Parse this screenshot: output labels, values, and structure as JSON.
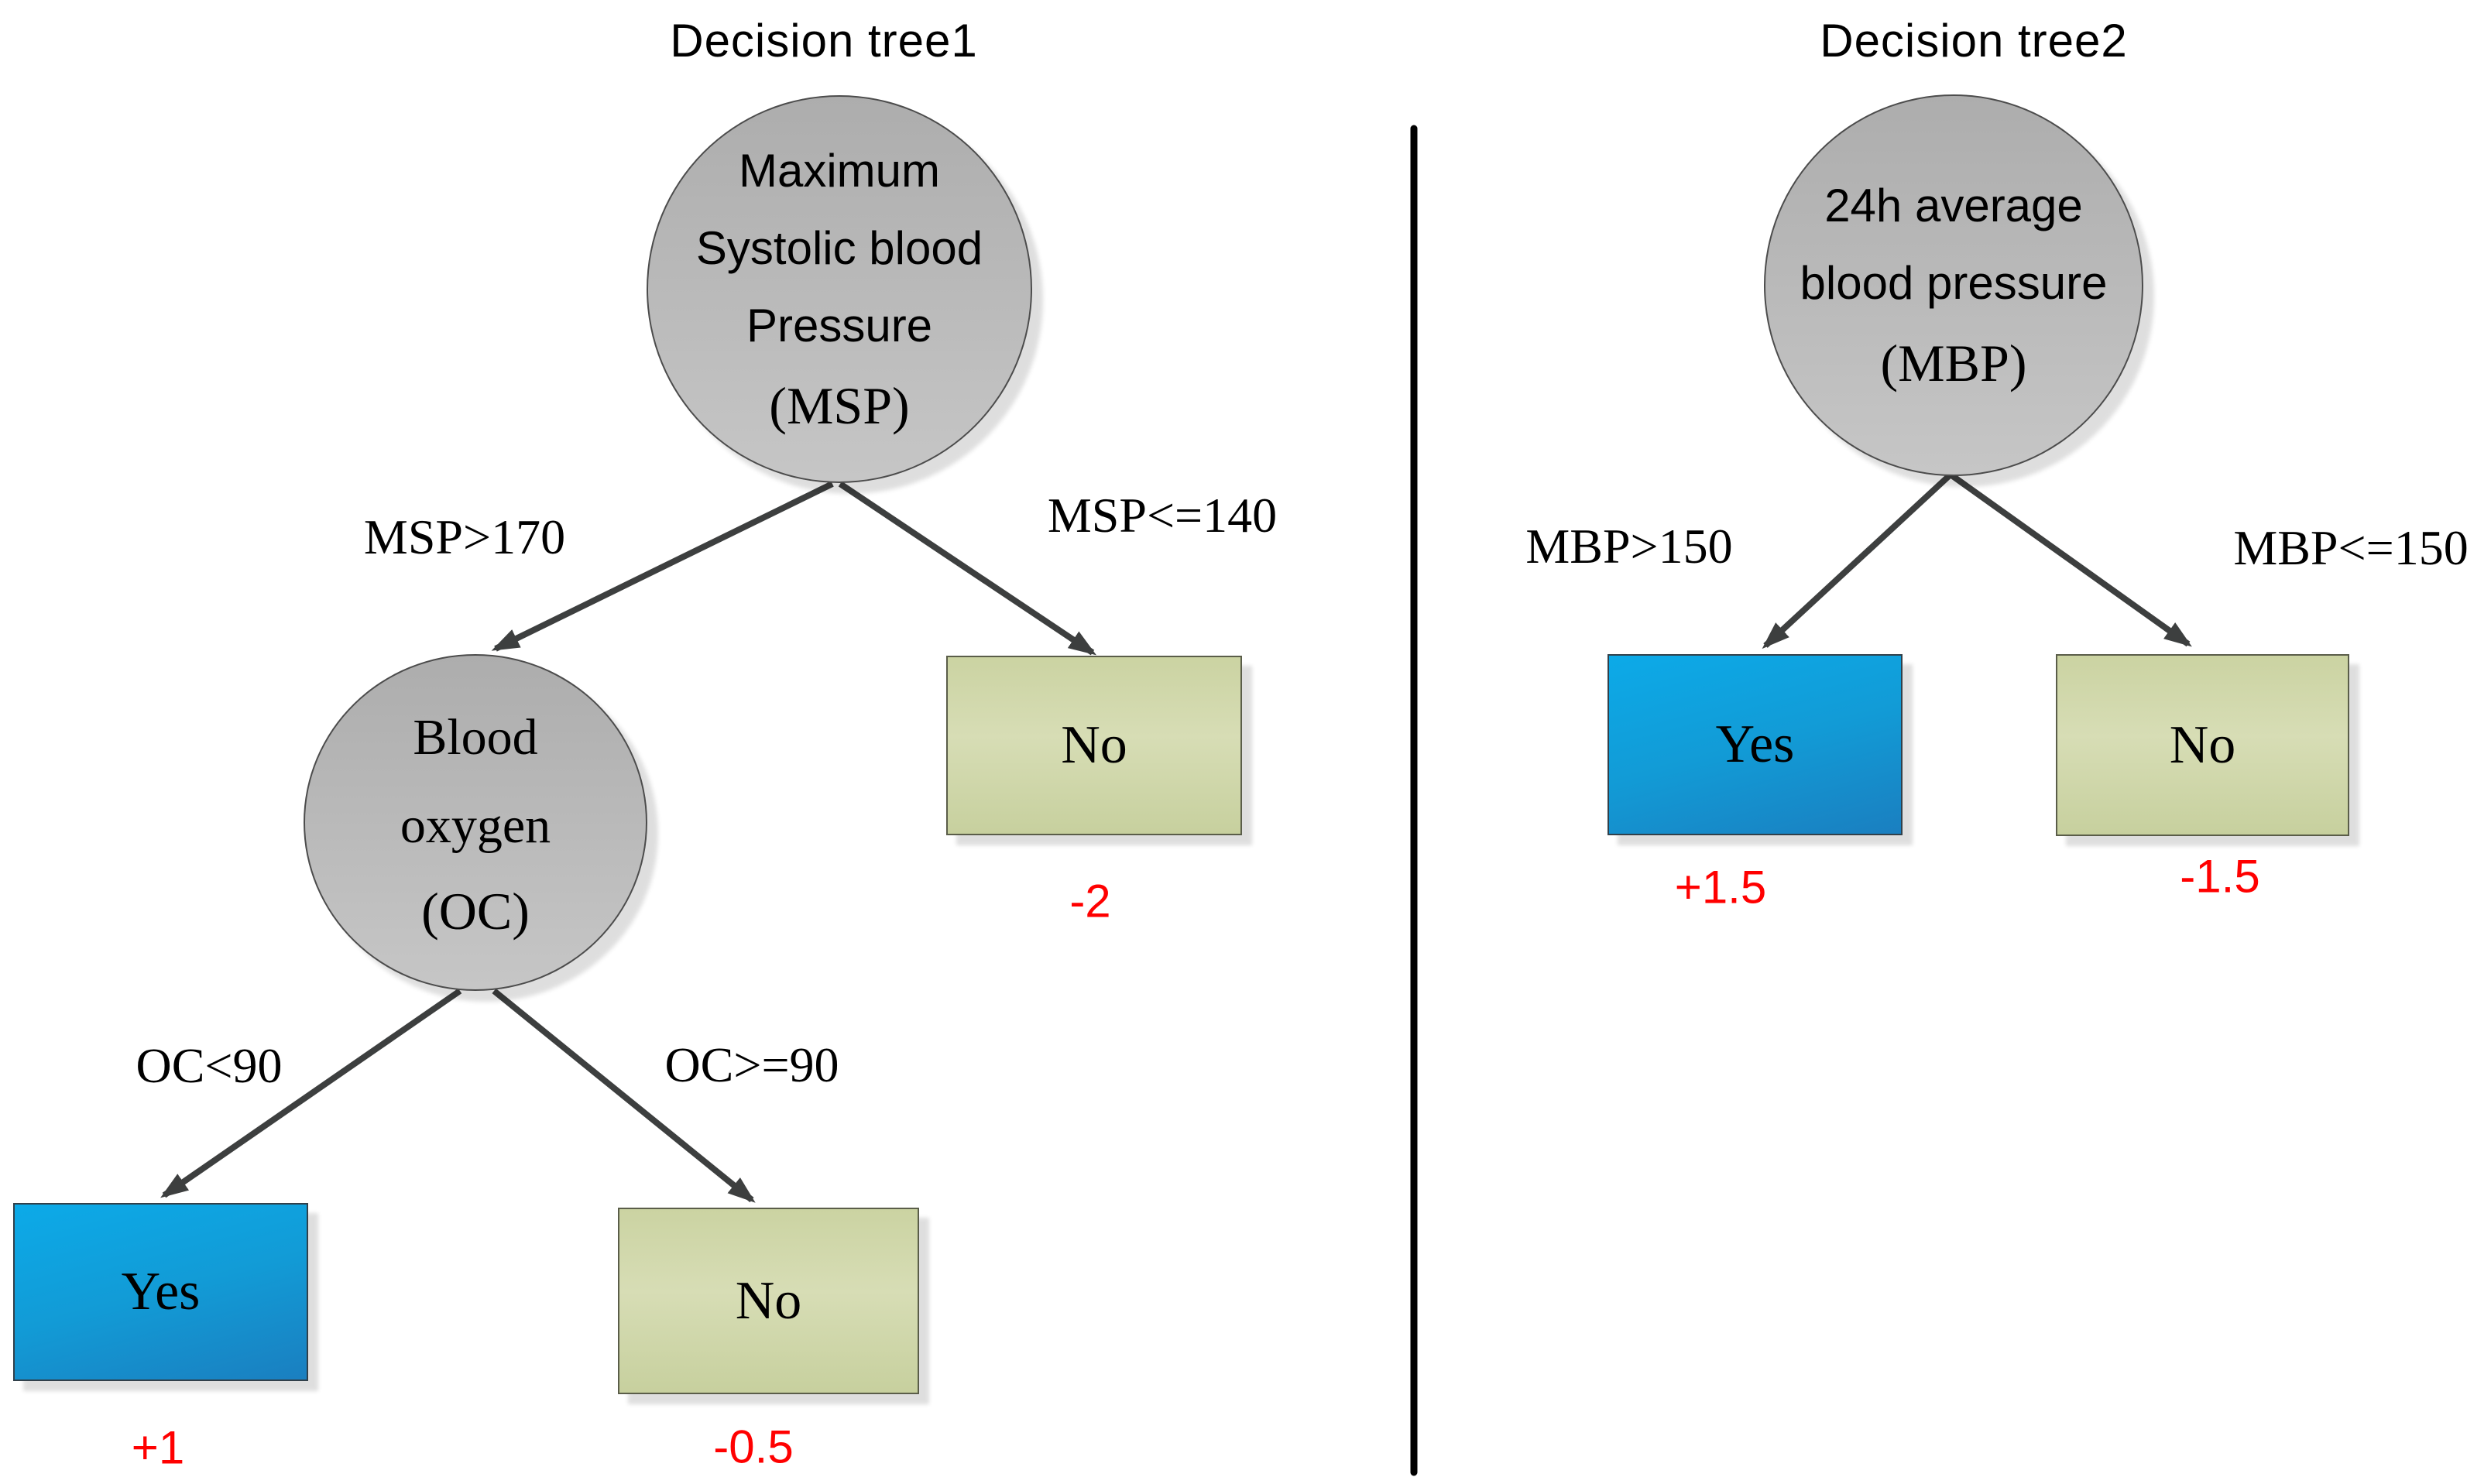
{
  "tree1": {
    "title": "Decision tree1",
    "root": {
      "line1": "Maximum",
      "line2": "Systolic blood",
      "line3": "Pressure",
      "abbr": "(MSP)"
    },
    "branch_left": "MSP>170",
    "branch_right": "MSP<=140",
    "leaf_no_right": {
      "label": "No",
      "value": "-2"
    },
    "mid": {
      "line1": "Blood",
      "line2": "oxygen",
      "abbr": "(OC)"
    },
    "mid_branch_left": "OC<90",
    "mid_branch_right": "OC>=90",
    "leaf_yes": {
      "label": "Yes",
      "value": "+1"
    },
    "leaf_no_bottom": {
      "label": "No",
      "value": "-0.5"
    }
  },
  "tree2": {
    "title": "Decision tree2",
    "root": {
      "line1": "24h average",
      "line2": "blood pressure",
      "abbr": "(MBP)"
    },
    "branch_left": "MBP>150",
    "branch_right": "MBP<=150",
    "leaf_yes": {
      "label": "Yes",
      "value": "+1.5"
    },
    "leaf_no": {
      "label": "No",
      "value": "-1.5"
    }
  },
  "colors": {
    "node_gray": "#b5b5b5",
    "leaf_yes_blue": "#14a0dd",
    "leaf_no_green": "#cdd5a7",
    "value_red": "#ff0000",
    "arrow_gray": "#3d3f3f",
    "divider_black": "#000000"
  }
}
